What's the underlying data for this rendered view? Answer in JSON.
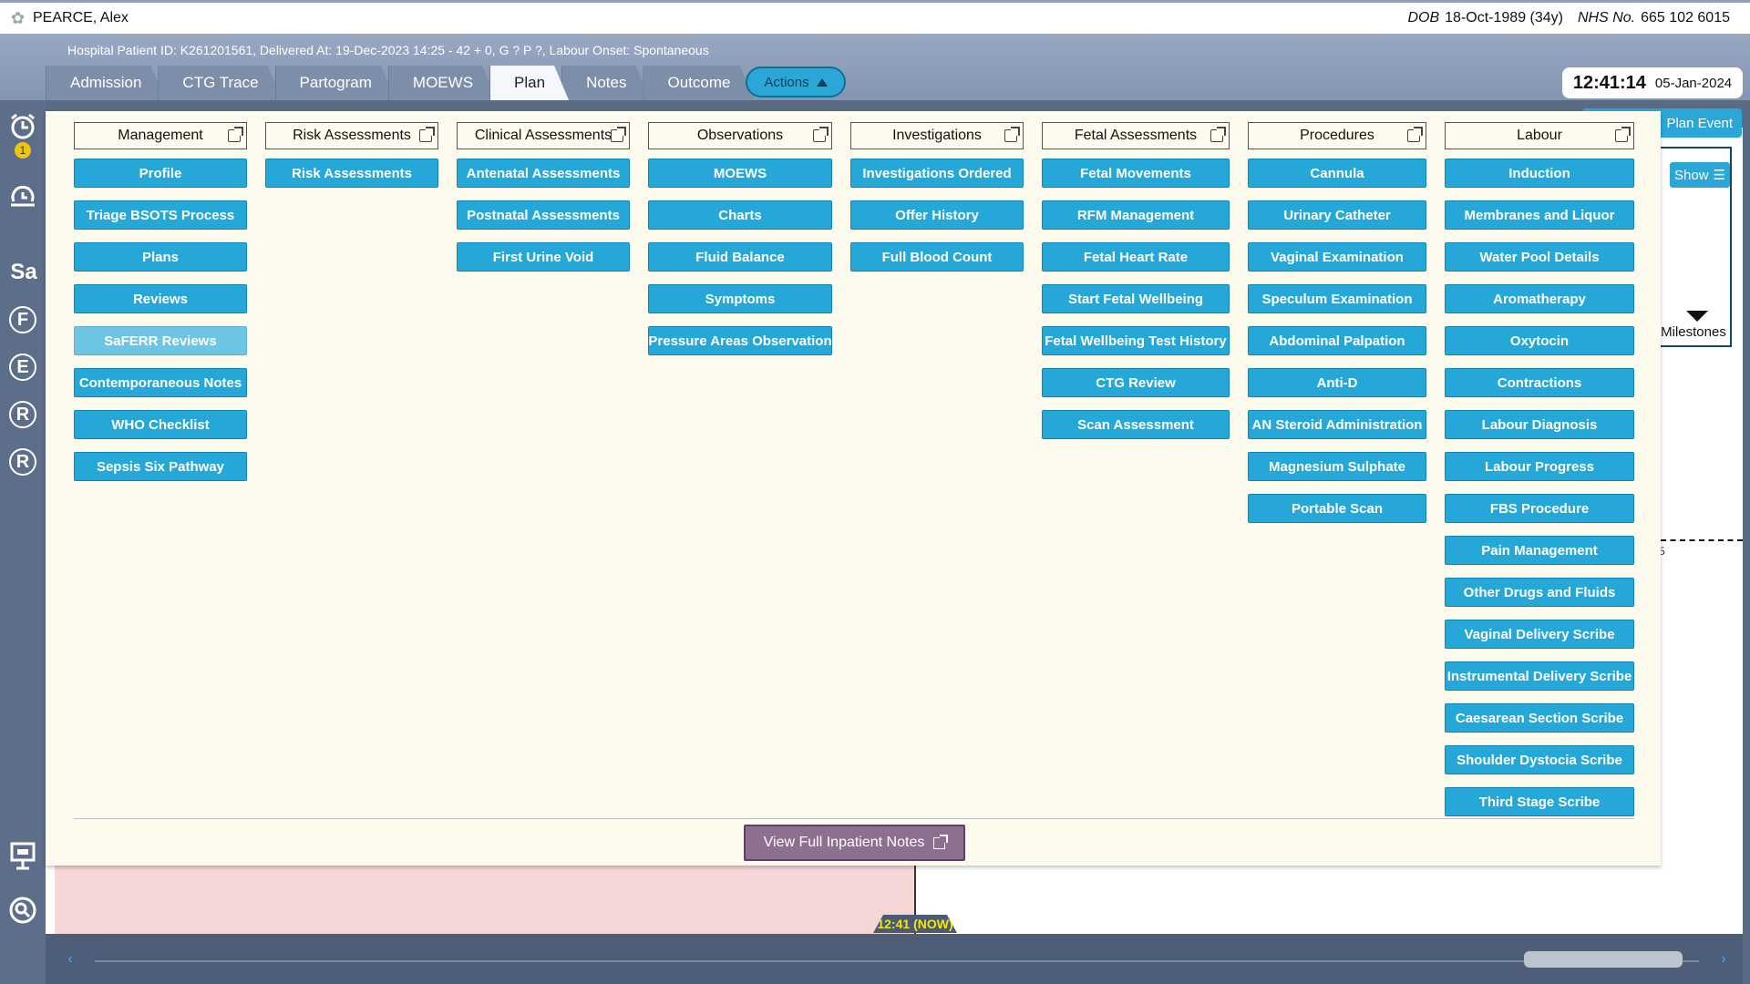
{
  "patient": {
    "name": "PEARCE, Alex",
    "dob_label": "DOB",
    "dob_value": "18-Oct-1989 (34y)",
    "nhs_label": "NHS No.",
    "nhs_value": "665 102 6015"
  },
  "header": {
    "hospital_info": "Hospital Patient ID: K261201561, Delivered At: 19-Dec-2023 14:25 - 42 + 0, G ? P ?,   Labour Onset: Spontaneous",
    "tabs": [
      {
        "label": "Admission"
      },
      {
        "label": "CTG Trace"
      },
      {
        "label": "Partogram"
      },
      {
        "label": "MOEWS"
      },
      {
        "label": "Plan"
      },
      {
        "label": "Notes"
      },
      {
        "label": "Outcome"
      }
    ],
    "actions_label": "Actions",
    "clock_time": "12:41:14",
    "clock_date": "05-Jan-2024"
  },
  "rail": {
    "alarm_badge": "1",
    "letters": [
      "Sa",
      "F",
      "E",
      "R",
      "R"
    ]
  },
  "timeline": {
    "now_label": "12:41 (NOW)",
    "plan_event_label": "Plan Event",
    "show_label": "Show",
    "milestones_label": "Milestones",
    "tick_label": "5"
  },
  "plan_menu": {
    "columns": [
      {
        "header": "Management",
        "items": [
          "Profile",
          "Triage BSOTS Process",
          "Plans",
          "Reviews",
          "SaFERR Reviews",
          "Contemporaneous Notes",
          "WHO Checklist",
          "Sepsis Six Pathway"
        ]
      },
      {
        "header": "Risk Assessments",
        "items": [
          "Risk Assessments"
        ]
      },
      {
        "header": "Clinical Assessments",
        "items": [
          "Antenatal Assessments",
          "Postnatal Assessments",
          "First Urine Void"
        ]
      },
      {
        "header": "Observations",
        "items": [
          "MOEWS",
          "Charts",
          "Fluid Balance",
          "Symptoms",
          "Pressure Areas Observation"
        ]
      },
      {
        "header": "Investigations",
        "items": [
          "Investigations Ordered",
          "Offer History",
          "Full Blood Count"
        ]
      },
      {
        "header": "Fetal Assessments",
        "items": [
          "Fetal Movements",
          "RFM Management",
          "Fetal Heart Rate",
          "Start Fetal Wellbeing",
          "Fetal Wellbeing Test History",
          "CTG Review",
          "Scan Assessment"
        ]
      },
      {
        "header": "Procedures",
        "items": [
          "Cannula",
          "Urinary Catheter",
          "Vaginal Examination",
          "Speculum Examination",
          "Abdominal Palpation",
          "Anti-D",
          "AN Steroid Administration",
          "Magnesium Sulphate",
          "Portable Scan"
        ]
      },
      {
        "header": "Labour",
        "items": [
          "Induction",
          "Membranes and Liquor",
          "Water Pool Details",
          "Aromatherapy",
          "Oxytocin",
          "Contractions",
          "Labour Diagnosis",
          "Labour Progress",
          "FBS Procedure",
          "Pain Management",
          "Other Drugs and Fluids",
          "Vaginal Delivery Scribe",
          "Instrumental Delivery Scribe",
          "Caesarean Section Scribe",
          "Shoulder Dystocia Scribe",
          "Third Stage Scribe"
        ]
      }
    ],
    "view_full_notes_label": "View Full Inpatient Notes"
  },
  "colors": {
    "accent": "#25a8d7",
    "panel_bg": "#fdfbee",
    "header_bg": "#8495b3",
    "now_band": "#f6d7d8",
    "view_notes_btn": "#8d6f8f"
  }
}
